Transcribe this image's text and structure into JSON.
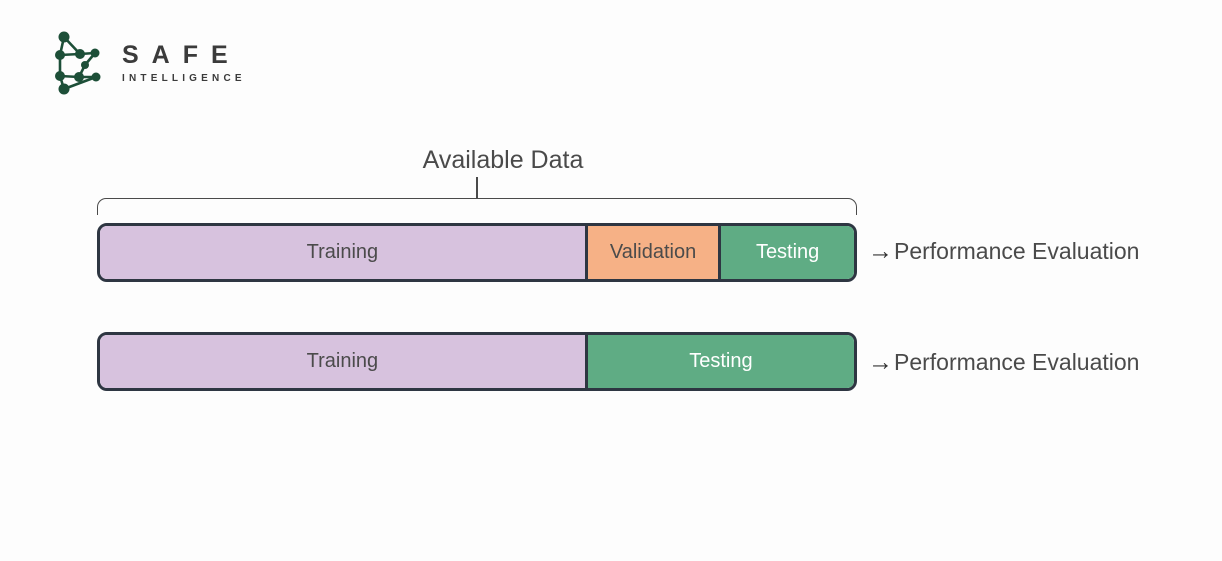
{
  "logo": {
    "brand": "SAFE",
    "subtitle": "INTELLIGENCE",
    "icon": "network-graph-icon",
    "icon_color": "#1d4f38",
    "text_color": "#3b3b3b"
  },
  "diagram": {
    "title": "Available Data",
    "bracket_color": "#4a4a4a",
    "bar_border_color": "#2e3642",
    "rows": [
      {
        "segments": [
          {
            "label": "Training",
            "color": "#d7c2de",
            "text_color": "#4b4b4b",
            "width": "64.3%"
          },
          {
            "label": "Validation",
            "color": "#f6b186",
            "text_color": "#4b4b4b",
            "width": "17.7%"
          },
          {
            "label": "Testing",
            "color": "#5fac84",
            "text_color": "#ffffff",
            "width": "18.0%"
          }
        ],
        "arrow": "→",
        "result": "Performance Evaluation"
      },
      {
        "segments": [
          {
            "label": "Training",
            "color": "#d7c2de",
            "text_color": "#4b4b4b",
            "width": "64.3%"
          },
          {
            "label": "Testing",
            "color": "#5fac84",
            "text_color": "#ffffff",
            "width": "35.7%"
          }
        ],
        "arrow": "→",
        "result": "Performance Evaluation"
      }
    ]
  }
}
